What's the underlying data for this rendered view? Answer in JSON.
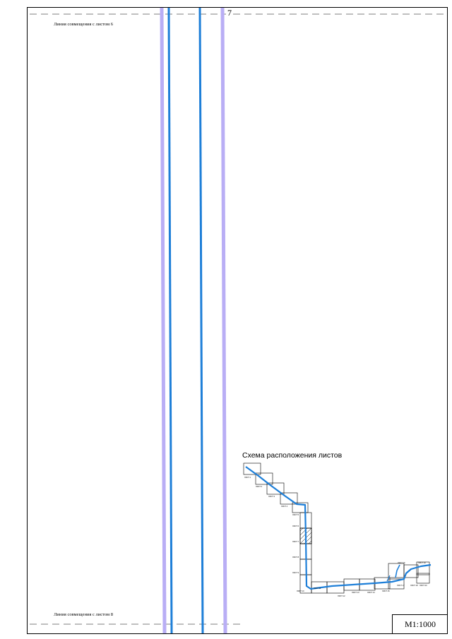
{
  "sheet": {
    "number": "7",
    "match_line_top": "Линия совмещения с листом 6",
    "match_line_bottom": "Линия совмещения с листом 8",
    "scale": "М1:1000"
  },
  "scheme": {
    "title": "Схема расположения листов",
    "sheet_labels": [
      "ЛИСТ 1",
      "ЛИСТ 2",
      "ЛИСТ 3",
      "ЛИСТ 4",
      "ЛИСТ 5",
      "ЛИСТ 6",
      "ЛИСТ 7",
      "ЛИСТ 8",
      "ЛИСТ 9",
      "ЛИСТ 10",
      "ЛИСТ 11",
      "ЛИСТ 12",
      "ЛИСТ 13",
      "ЛИСТ 14",
      "ЛИСТ 15",
      "ЛИСТ 16",
      "ЛИСТ 17",
      "ЛИСТ 18",
      "ЛИСТ 19",
      "ЛИСТ 20"
    ]
  },
  "colors": {
    "pipe_blue": "#1e7fd8",
    "zone_lilac": "#b9aef5",
    "frame": "#000000"
  }
}
